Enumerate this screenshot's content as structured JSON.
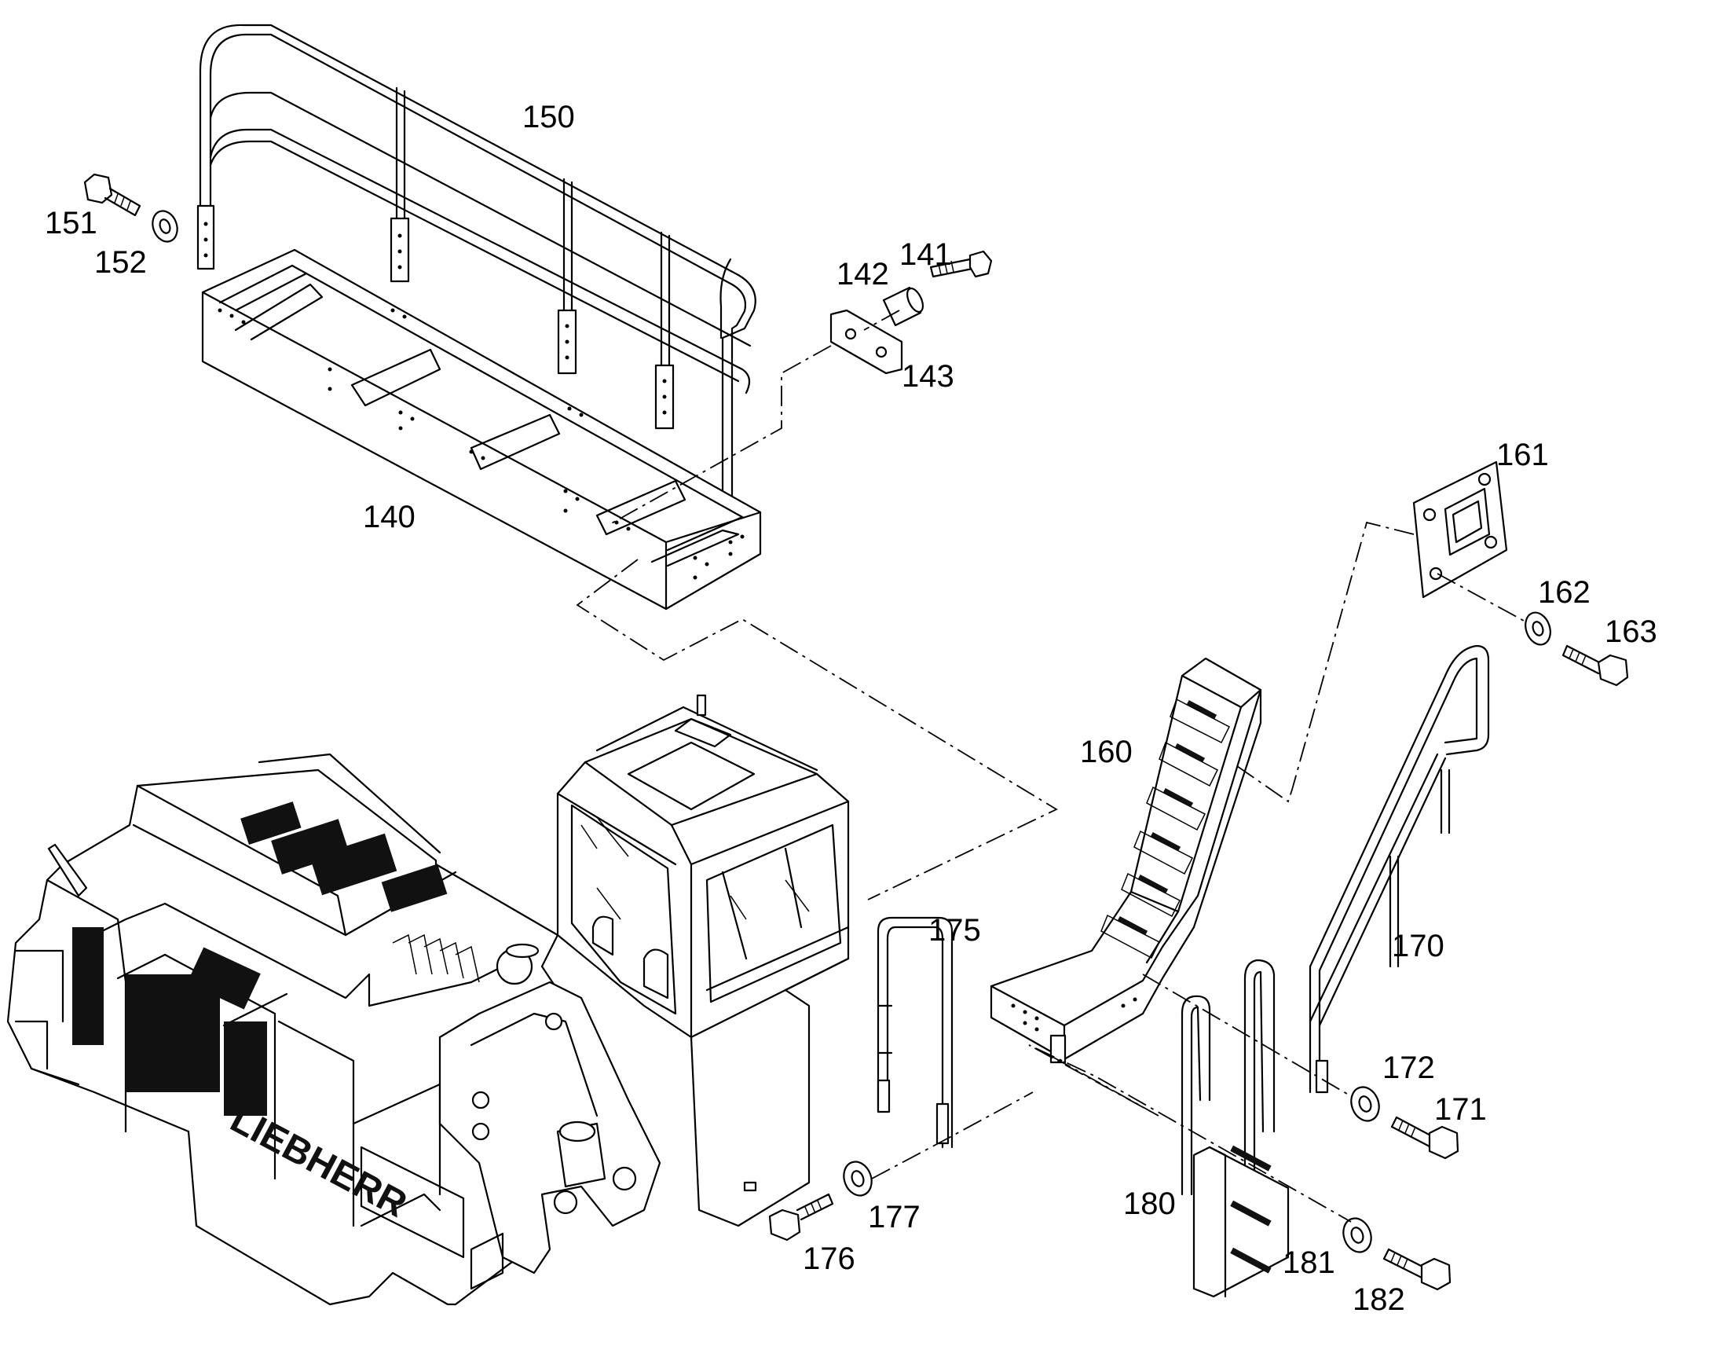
{
  "labels": [
    {
      "id": "150",
      "text": "150"
    },
    {
      "id": "151",
      "text": "151"
    },
    {
      "id": "152",
      "text": "152"
    },
    {
      "id": "141",
      "text": "141"
    },
    {
      "id": "142",
      "text": "142"
    },
    {
      "id": "143",
      "text": "143"
    },
    {
      "id": "140",
      "text": "140"
    },
    {
      "id": "161",
      "text": "161"
    },
    {
      "id": "162",
      "text": "162"
    },
    {
      "id": "163",
      "text": "163"
    },
    {
      "id": "160",
      "text": "160"
    },
    {
      "id": "175",
      "text": "175"
    },
    {
      "id": "170",
      "text": "170"
    },
    {
      "id": "172",
      "text": "172"
    },
    {
      "id": "171",
      "text": "171"
    },
    {
      "id": "177",
      "text": "177"
    },
    {
      "id": "176",
      "text": "176"
    },
    {
      "id": "180",
      "text": "180"
    },
    {
      "id": "181",
      "text": "181"
    },
    {
      "id": "182",
      "text": "182"
    }
  ],
  "brand_text": "LIEBHERR"
}
